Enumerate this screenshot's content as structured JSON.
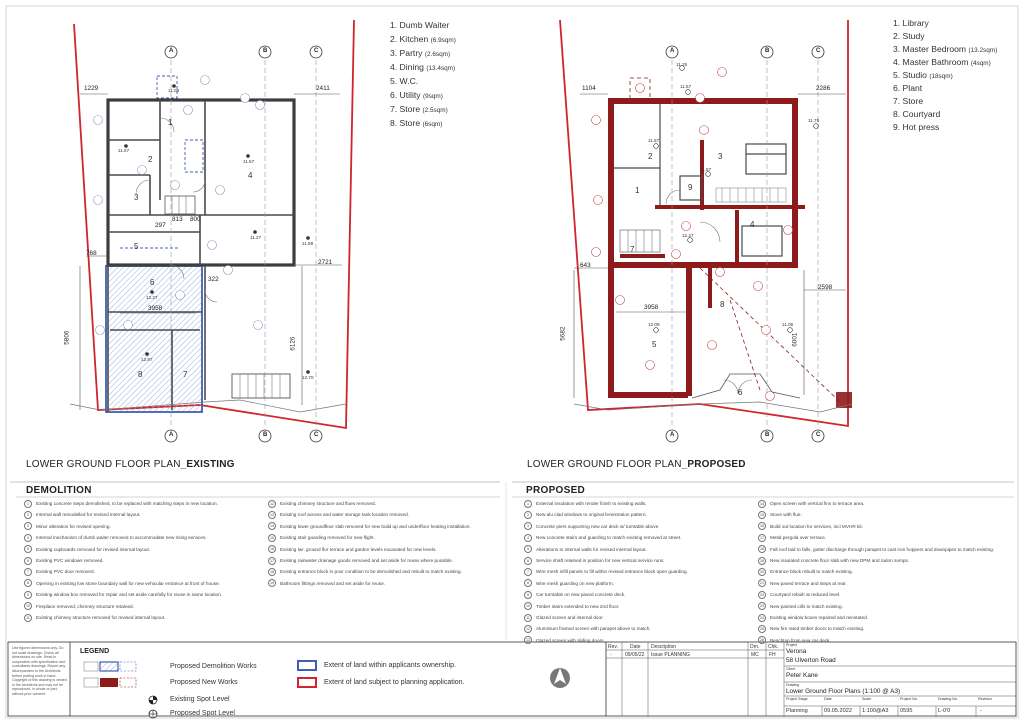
{
  "existing": {
    "title_pre": "LOWER GROUND FLOOR PLAN",
    "title_post": "_EXISTING",
    "rooms": [
      "1. Dumb Waiter",
      "2. Kitchen",
      "3. Partry",
      "4. Dining",
      "5. W.C.",
      "6. Utility",
      "7. Store",
      "8. Store"
    ],
    "room_areas": [
      "",
      "(6.9sqm)",
      "(2.6sqm)",
      "(13.4sqm)",
      "",
      "(9sqm)",
      "(2.5sqm)",
      "(6sqm)"
    ],
    "dims": [
      "1229",
      "2411",
      "768",
      "2721",
      "5806",
      "6126",
      "3958",
      "813",
      "800",
      "297",
      "322"
    ],
    "levels": [
      "11.08",
      "11.57",
      "11.57",
      "11.27",
      "11.99",
      "12.27",
      "12.87",
      "12.70"
    ]
  },
  "proposed": {
    "title_pre": "LOWER GROUND FLOOR PLAN",
    "title_post": "_PROPOSED",
    "rooms": [
      "1. Library",
      "2. Study",
      "3. Master Bedroom",
      "4. Master Bathroom",
      "5. Studio",
      "6. Plant",
      "7. Store",
      "8. Courtyard",
      "9. Hot press"
    ],
    "room_areas": [
      "",
      "",
      "(13.2sqm)",
      "(4sqm)",
      "(18sqm)",
      "",
      "",
      "",
      ""
    ],
    "dims": [
      "1104",
      "2286",
      "643",
      "5682",
      "3958",
      "2598",
      "6001"
    ],
    "levels": [
      "11.25",
      "11.57",
      "11.57",
      "11.57",
      "11.75",
      "12.27",
      "12.09",
      "11.06"
    ]
  },
  "grid_markers": [
    "A",
    "B",
    "C"
  ],
  "demolition": {
    "heading": "DEMOLITION",
    "col1": [
      "Existing concrete steps demolished, to be replaced with matching steps in new location.",
      "Internal wall remodelled for revised internal layout.",
      "Minor alteration for revised opening.",
      "Internal mechanism of dumb waiter removed to accommodate new rising services.",
      "Existing cupboards removed for revised internal layout.",
      "Existing PVC windows removed.",
      "Existing PVC door removed.",
      "Opening in existing low stone boundary wall for new vehicular entrance at front of house.",
      "Existing window box removed for repair and set aside carefully for reuse in same location.",
      "Fireplace removed, chimney structure retained.",
      "Existing chimney structure removed for revised internal layout."
    ],
    "col2": [
      "Existing chimney structure and flues removed.",
      "Existing roof access and water storage tank location removed.",
      "Existing lower groundfloor slab removed for new build up and underfloor heating installation.",
      "Existing stair guarding removed for new flight.",
      "Existing lwr. ground flor terrace and garden levels excavated for new levels.",
      "Existing rainwater drainage goods removed and set aside for reuse where possible.",
      "Existing entrance block in poor condition to be demolished and rebuilt to match existing.",
      "Bathroom fittings removed and set aside for reuse."
    ]
  },
  "proposed_notes": {
    "heading": "PROPOSED",
    "col1": [
      "External insulation with render finish to existing walls.",
      "New alu clad windows to original fenestration pattern.",
      "Concrete piers supporting new car deck w/ turntable above.",
      "New concrete stairs and guarding to match existing removed at street.",
      "Alterations to internal walls for revised internal layout.",
      "Service shaft retained in position for new vertical service runs.",
      "Wire mesh infill panels to fill within revised entrance block open guarding.",
      "Wire mesh guarding on new platform.",
      "Car turntable on new paved concrete deck.",
      "Timber stairs extended to new 2nd floor.",
      "Glazed screen and internal door.",
      "Aluminium framed screen with parapet above to match.",
      "Glazed screen with sliding doors."
    ],
    "col2": [
      "Open screen with vertical fins to terrace area.",
      "Stove with flue.",
      "Build out location for services, incl MVHR kit.",
      "Metal pergola over terrace.",
      "Fall roof laid to falls, gutter discharge through parapet to cast iron hoppers and downpipes to match existing.",
      "New insulated concrete floor slab with new DPM and radon sumps.",
      "Entrance block rebuilt to match existing.",
      "New paved terrace and steps at rear.",
      "Courtyard rebuilt at reduced level.",
      "New painted cills to match existing.",
      "Existing window boxes repaired and reinstated.",
      "New fire rated timber doors to match existing.",
      "Benchtop from new car deck."
    ]
  },
  "legend": {
    "title": "LEGEND",
    "items": [
      "Proposed Demolition Works",
      "Proposed New Works",
      "Existing Spot Level",
      "Proposed Spot Level",
      "Extent of land within applicants ownership.",
      "Extent of land subject to planning application."
    ]
  },
  "colors": {
    "red": "#d0252c",
    "blue": "#3e5fb5",
    "darkred": "#8e1b1b",
    "hatch": "#b7c3e6",
    "line": "#4a4a4a"
  },
  "disclaimer": "Use figured dimensions only. Do not scale drawings. Check all dimensions on site. Read in conjunction with specification and consultants drawings. Report any discrepancies to the Architects before putting work in hand. Copyright of this drawing is vested in the Architects and may not be reproduced, in whole or part, without prior consent.",
  "revision_table": {
    "headers": [
      "Rev.",
      "Date",
      "Description",
      "Drn.",
      "Chk."
    ],
    "row": [
      "-",
      "09/05/22",
      "Issue PLANNING",
      "MC",
      "FH"
    ]
  },
  "title_block": {
    "project_label": "Project",
    "project": "Verona",
    "address": "58 Ulverton Road",
    "client_label": "Client",
    "client": "Peter Kane",
    "drawing_label": "Drawing",
    "drawing": "Lower Ground Floor Plans (1:100 @ A3)",
    "stage_label": "Project Stage",
    "stage": "Planning",
    "date_label": "Date",
    "date": "09.05.2022",
    "scale_label": "Scale",
    "scale": "1:100@A3",
    "projno_label": "Project No.",
    "projno": "0595",
    "drawno_label": "Drawing No.",
    "drawno": "L-0'0",
    "rev_label": "Revision",
    "rev": "-"
  }
}
